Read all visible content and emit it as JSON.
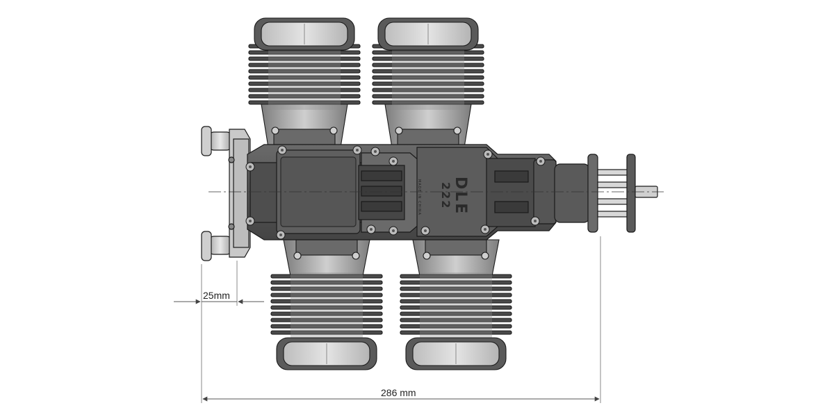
{
  "diagram": {
    "engine_brand": "DLE",
    "engine_model": "222",
    "engine_marking": "MADE IN CHINA",
    "dimensions": [
      {
        "id": "mount-depth",
        "value": "25mm"
      },
      {
        "id": "total-length",
        "value": "286 mm"
      }
    ]
  },
  "colors": {
    "body": "#5a5a5a",
    "body_dark": "#3e3e3e",
    "fin": "#4a4a4a",
    "head": "#d6d6d6",
    "cylinder_sleeve": "#9a9a9a",
    "line": "#1a1a1a",
    "dimension_line": "#555555"
  }
}
